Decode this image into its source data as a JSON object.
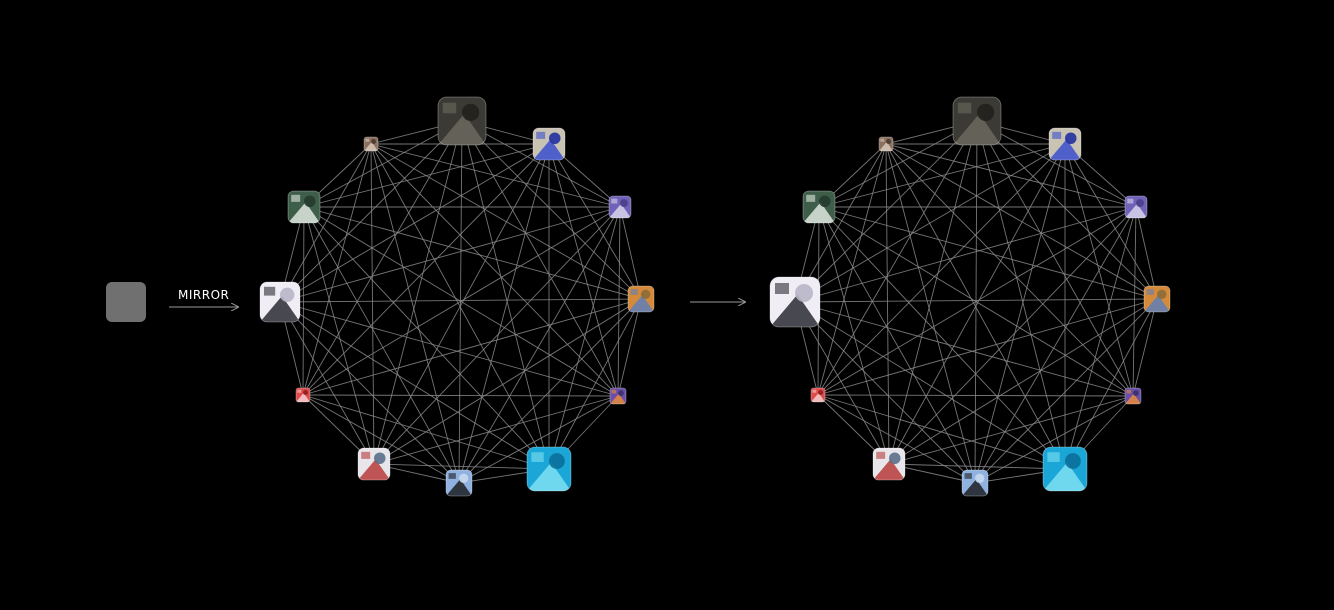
{
  "input": {
    "label": "MIRROR",
    "color": "#707070"
  },
  "colors": {
    "background": "#000000",
    "edge": "#8a8a8a",
    "arrow": "#9a9a9a",
    "text": "#ffffff"
  },
  "graphs": [
    {
      "name": "source-graph",
      "nodes": [
        {
          "icon": "aerial-city-thumbnail",
          "colors": [
            "#3c3a34",
            "#6b6a5f",
            "#22211d"
          ]
        },
        {
          "icon": "blue-flower-thumbnail",
          "colors": [
            "#c9c3b4",
            "#3b4fcf",
            "#2230a0"
          ]
        },
        {
          "icon": "purple-scene-thumbnail",
          "colors": [
            "#6f62b8",
            "#d8d4ea",
            "#4a3f88"
          ]
        },
        {
          "icon": "dog-painting-thumbnail",
          "colors": [
            "#d48a3a",
            "#5f7fb8",
            "#8b6a3a"
          ]
        },
        {
          "icon": "orange-purple-thumbnail",
          "colors": [
            "#6a4fa8",
            "#e88a3a",
            "#3a2f6a"
          ]
        },
        {
          "icon": "pool-tiles-thumbnail",
          "colors": [
            "#1aa7d8",
            "#7fe0f2",
            "#0b6f9a"
          ]
        },
        {
          "icon": "wolf-sky-thumbnail",
          "colors": [
            "#8fb2e0",
            "#1e1e22",
            "#c9d8ee"
          ]
        },
        {
          "icon": "collage-thumbnail",
          "colors": [
            "#e8e6ea",
            "#b63a3a",
            "#5a6f8a"
          ]
        },
        {
          "icon": "red-object-thumbnail",
          "colors": [
            "#e04a4a",
            "#f2d0d0",
            "#8a2020"
          ]
        },
        {
          "icon": "panther-sketch-thumbnail",
          "colors": [
            "#f0eef4",
            "#2a2a32",
            "#b8b6c8"
          ]
        },
        {
          "icon": "green-sign-thumbnail",
          "colors": [
            "#3e5e4a",
            "#dfe8df",
            "#243a2c"
          ]
        },
        {
          "icon": "small-photo-thumbnail",
          "colors": [
            "#8a7060",
            "#d8c8b8",
            "#4a3a30"
          ]
        }
      ]
    },
    {
      "name": "mirrored-graph",
      "nodes": [
        {
          "icon": "aerial-city-thumbnail",
          "colors": [
            "#3c3a34",
            "#6b6a5f",
            "#22211d"
          ]
        },
        {
          "icon": "blue-flower-thumbnail",
          "colors": [
            "#c9c3b4",
            "#3b4fcf",
            "#2230a0"
          ]
        },
        {
          "icon": "purple-scene-thumbnail",
          "colors": [
            "#6f62b8",
            "#d8d4ea",
            "#4a3f88"
          ]
        },
        {
          "icon": "dog-painting-thumbnail",
          "colors": [
            "#d48a3a",
            "#5f7fb8",
            "#8b6a3a"
          ]
        },
        {
          "icon": "orange-purple-thumbnail",
          "colors": [
            "#6a4fa8",
            "#e88a3a",
            "#3a2f6a"
          ]
        },
        {
          "icon": "pool-tiles-thumbnail",
          "colors": [
            "#1aa7d8",
            "#7fe0f2",
            "#0b6f9a"
          ]
        },
        {
          "icon": "wolf-sky-thumbnail",
          "colors": [
            "#8fb2e0",
            "#1e1e22",
            "#c9d8ee"
          ]
        },
        {
          "icon": "collage-thumbnail",
          "colors": [
            "#e8e6ea",
            "#b63a3a",
            "#5a6f8a"
          ]
        },
        {
          "icon": "red-object-thumbnail",
          "colors": [
            "#e04a4a",
            "#f2d0d0",
            "#8a2020"
          ]
        },
        {
          "icon": "panther-sketch-thumbnail",
          "colors": [
            "#f0eef4",
            "#2a2a32",
            "#b8b6c8"
          ]
        },
        {
          "icon": "green-sign-thumbnail",
          "colors": [
            "#3e5e4a",
            "#dfe8df",
            "#243a2c"
          ]
        },
        {
          "icon": "small-photo-thumbnail",
          "colors": [
            "#8a7060",
            "#d8c8b8",
            "#4a3a30"
          ]
        }
      ]
    }
  ]
}
